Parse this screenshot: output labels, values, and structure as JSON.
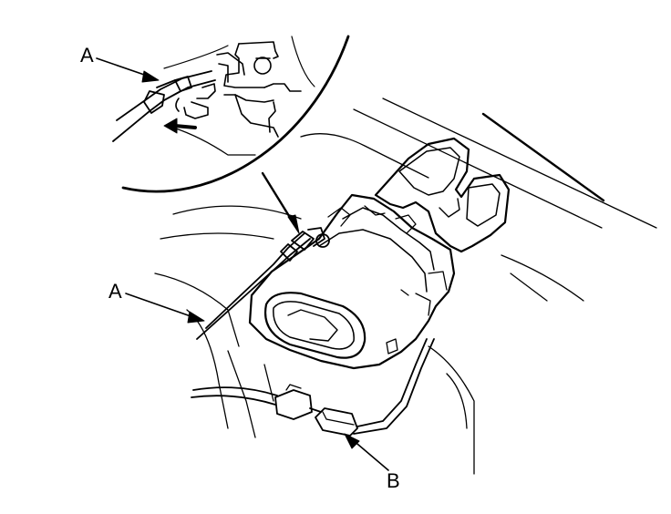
{
  "diagram": {
    "callouts": {
      "a_top": "A",
      "a_bottom": "A",
      "b": "B"
    },
    "colors": {
      "line": "#000000",
      "background": "#ffffff"
    }
  }
}
